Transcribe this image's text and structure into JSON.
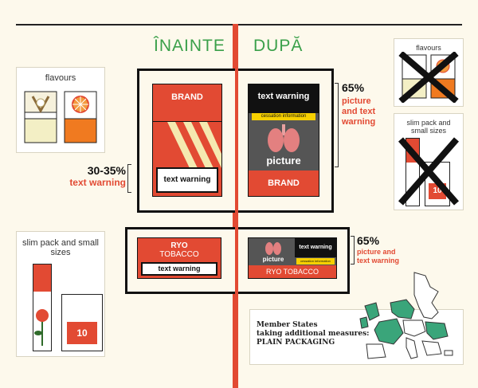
{
  "headers": {
    "before": "ÎNAINTE",
    "after": "DUPĂ"
  },
  "left_panels": {
    "flavours_label": "flavours",
    "slim_label": "slim pack and small sizes",
    "pack_number": "10"
  },
  "before_pack": {
    "brand": "BRAND",
    "warning": "text warning"
  },
  "before_pct": {
    "value": "30-35%",
    "desc": "text warning"
  },
  "after_pack": {
    "warning": "text warning",
    "cessation": "cessation information",
    "picture": "picture",
    "brand": "BRAND"
  },
  "after_pct": {
    "value": "65%",
    "desc_line1": "picture",
    "desc_line2": "and text",
    "desc_line3": "warning"
  },
  "ryo_before": {
    "line1": "RYO",
    "line2": "TOBACCO",
    "warning": "text warning"
  },
  "ryo_after": {
    "picture": "picture",
    "warning": "text warning",
    "cessation": "cessation information",
    "brand": "RYO TOBACCO"
  },
  "ryo_pct": {
    "value": "65%",
    "desc_line1": "picture and",
    "desc_line2": "text warning"
  },
  "right_panels": {
    "flavours_label": "flavours",
    "slim_label": "slim pack and small sizes",
    "pack_number": "10"
  },
  "map_box": {
    "line1": "Member States",
    "line2": "taking additional measures:",
    "line3": "PLAIN PACKAGING"
  },
  "colors": {
    "accent": "#e24a33",
    "green": "#3aa04a",
    "background": "#fdf9ec"
  }
}
